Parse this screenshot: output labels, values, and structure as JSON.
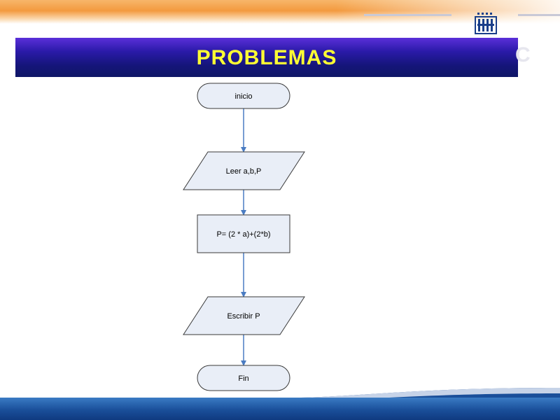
{
  "slide": {
    "title": "PROBLEMAS"
  },
  "flowchart": {
    "nodes": [
      {
        "id": "start",
        "shape": "terminator",
        "label": "inicio"
      },
      {
        "id": "input",
        "shape": "parallelogram",
        "label": "Leer a,b,P"
      },
      {
        "id": "process",
        "shape": "rectangle",
        "label": "P= (2 * a)+(2*b)"
      },
      {
        "id": "output",
        "shape": "parallelogram",
        "label": "Escribir P"
      },
      {
        "id": "end",
        "shape": "terminator",
        "label": "Fin"
      }
    ],
    "edges": [
      {
        "from": "start",
        "to": "input"
      },
      {
        "from": "input",
        "to": "process"
      },
      {
        "from": "process",
        "to": "output"
      },
      {
        "from": "output",
        "to": "end"
      }
    ]
  },
  "colors": {
    "title_text": "#ffff33",
    "title_bar": "#15157a",
    "node_fill": "#e9eef7",
    "node_stroke": "#3a3a3a",
    "connector": "#4a7cc2",
    "top_band": "#f39a3f",
    "bottom_band": "#1a4f9a"
  }
}
